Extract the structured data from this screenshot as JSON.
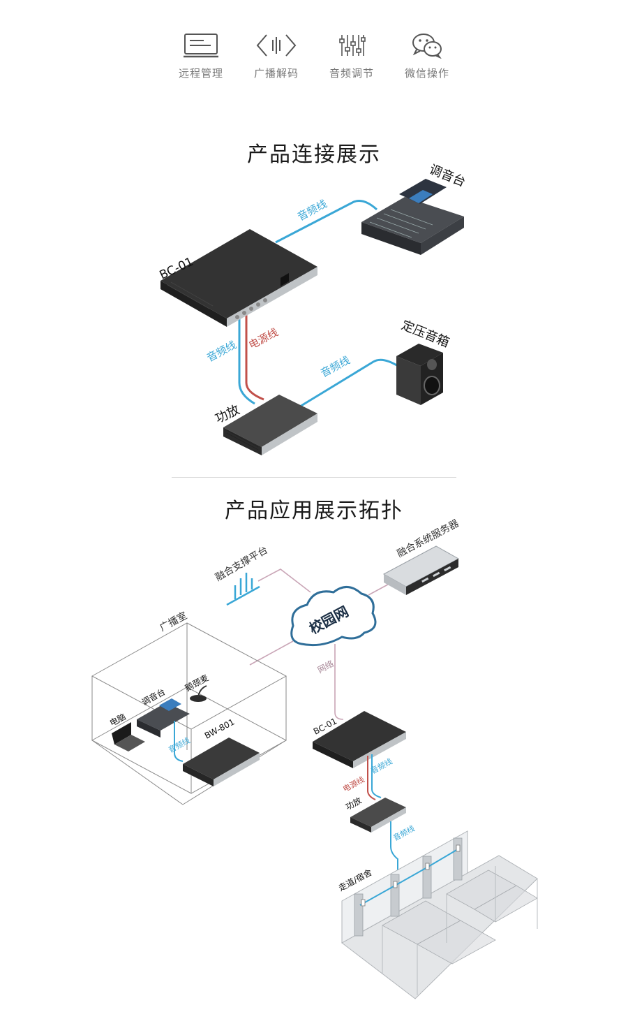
{
  "features": [
    {
      "label": "远程管理",
      "icon": "monitor-icon"
    },
    {
      "label": "广播解码",
      "icon": "code-icon"
    },
    {
      "label": "音频调节",
      "icon": "mixer-sliders-icon"
    },
    {
      "label": "微信操作",
      "icon": "wechat-icon"
    }
  ],
  "connection": {
    "title": "产品连接展示",
    "device_bc01": "BC-01",
    "device_mixer": "调音台",
    "device_speaker": "定压音箱",
    "device_amp": "功放",
    "line_audio_1": "音频线",
    "line_audio_2": "音频线",
    "line_audio_3": "音频线",
    "line_power": "电源线"
  },
  "topology": {
    "title": "产品应用展示拓扑",
    "platform": "融合支撑平台",
    "server": "融合系统服务器",
    "cloud": "校园网",
    "network_line": "网络",
    "room": "广播室",
    "computer": "电脑",
    "mixer": "调音台",
    "gooseneck_mic": "鹅颈麦",
    "bw801": "BW-801",
    "room_audio_line": "音频线",
    "bc01": "BC-01",
    "power_line": "电源线",
    "audio_line_1": "音频线",
    "amp": "功放",
    "audio_line_2": "音频线",
    "corridor": "走道/宿舍"
  },
  "colors": {
    "audio_line": "#3aa7d6",
    "power_line": "#c1504a",
    "network_line": "#c9a5b6",
    "device_dark": "#3a3a3a"
  }
}
